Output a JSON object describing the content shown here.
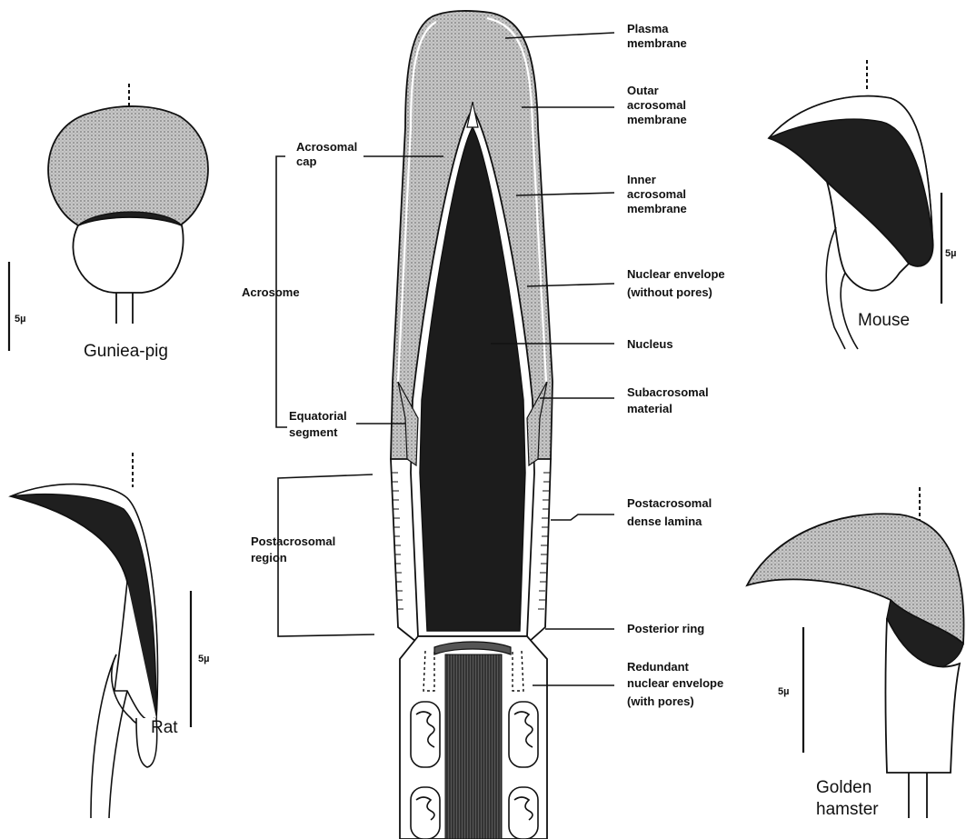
{
  "labels": {
    "plasma_membrane": [
      "Plasma",
      "membrane"
    ],
    "outer_acrosomal_membrane": [
      "Outar",
      "acrosomal",
      "membrane"
    ],
    "inner_acrosomal_membrane": [
      "Inner",
      "acrosomal",
      "membrane"
    ],
    "nuclear_envelope": [
      "Nuclear envelope",
      "(without pores)"
    ],
    "nucleus": "Nucleus",
    "subacrosomal_material": [
      "Subacrosomal",
      "material"
    ],
    "postacrosomal_dense_lamina": [
      "Postacrosomal",
      "dense  lamina"
    ],
    "posterior_ring": "Posterior ring",
    "redundant_nuclear_envelope": [
      "Redundant",
      "nuclear envelope",
      "(with pores)"
    ],
    "acrosomal_cap": [
      "Acrosomal",
      "cap"
    ],
    "acrosome": "Acrosome",
    "equatorial_segment": [
      "Equatorial",
      "segment"
    ],
    "postacrosomal_region": [
      "Postacrosomal",
      "region"
    ]
  },
  "species": {
    "guinea_pig": "Guniea-pig",
    "mouse": "Mouse",
    "rat": "Rat",
    "golden_hamster": [
      "Golden",
      "hamster"
    ]
  },
  "scale_bars": {
    "guinea_pig": "5µ",
    "mouse": "5µ",
    "rat": "5µ",
    "golden_hamster": "5µ"
  },
  "colors": {
    "ink": "#111111",
    "stipple": "#b9b9b9",
    "dark": "#1c1c1c"
  }
}
